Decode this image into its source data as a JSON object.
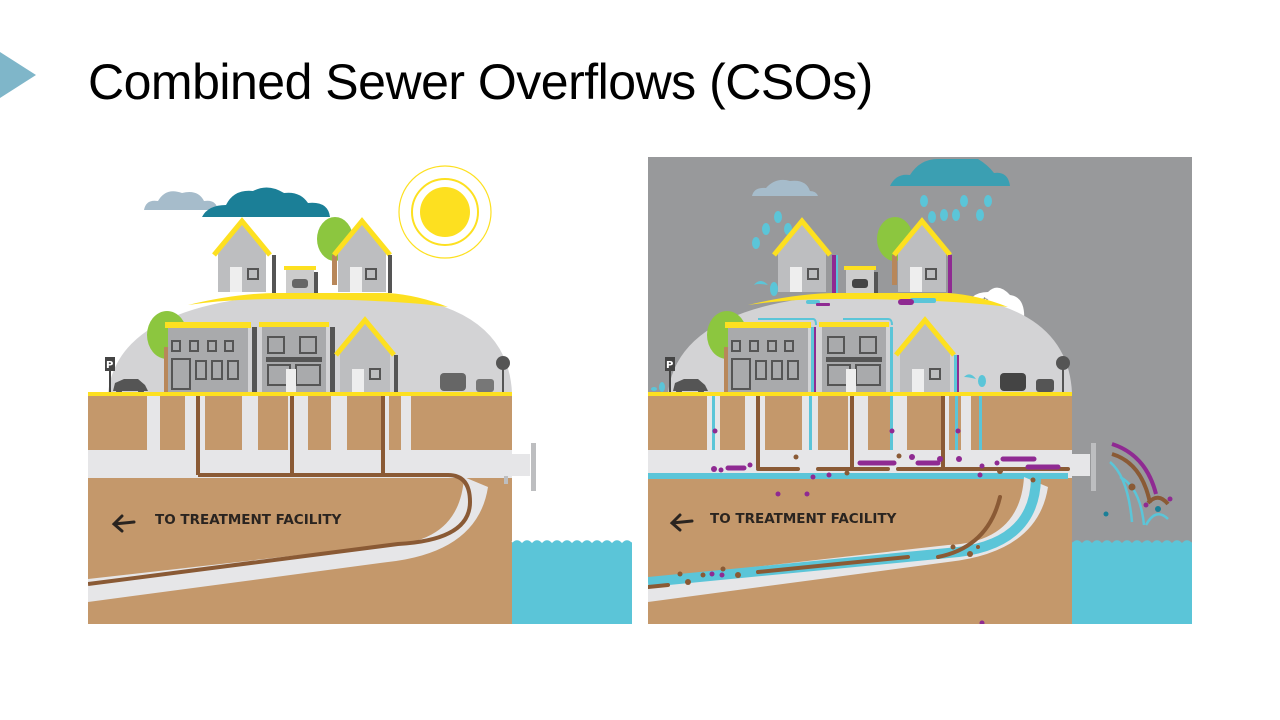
{
  "slide": {
    "title": "Combined Sewer Overflows (CSOs)",
    "marker_icon": "triangle-bullet-icon"
  },
  "panels": [
    {
      "id": "dry-weather",
      "weather_icon": "sun-icon",
      "label": "TO TREATMENT FACILITY",
      "arrow_icon": "arrow-left-icon",
      "parking_sign": "P"
    },
    {
      "id": "wet-weather",
      "weather_icon": "rain-cloud-icon",
      "label": "TO TREATMENT FACILITY",
      "arrow_icon": "arrow-left-icon",
      "parking_sign": "P"
    }
  ],
  "colors": {
    "marker": "#7fb6c9",
    "soil": "#c4986b",
    "pipe": "#e6e6e8",
    "sewage": "#8a5a35",
    "water": "#5bc5d8",
    "yellow": "#fde020",
    "pollutant": "#8f2a92",
    "storm_sky": "#98999b",
    "cloud_dark": "#1b7f97",
    "cloud_light": "#a6bccb",
    "grass": "#8cc63f"
  }
}
